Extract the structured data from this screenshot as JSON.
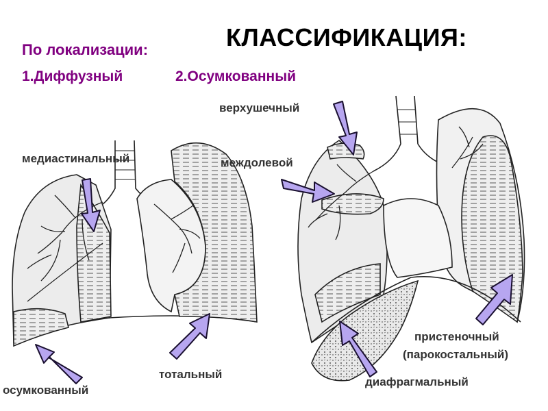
{
  "title": "КЛАССИФИКАЦИЯ:",
  "subtitle": "По локализации:",
  "types": [
    "1.Диффузный",
    "2.Осумкованный"
  ],
  "labels": {
    "mediastinal": "медиастинальный",
    "encysted": "осумкованный",
    "total": "тотальный",
    "apical": "верхушечный",
    "interlobar": "междолевой",
    "parietal_line1": "пристеночный",
    "parietal_line2": "(парокостальный)",
    "diaphragmatic": "диафрагмальный"
  },
  "colors": {
    "accent": "#800080",
    "arrow_fill": "#b7a6f0",
    "arrow_stroke": "#1a1030"
  }
}
